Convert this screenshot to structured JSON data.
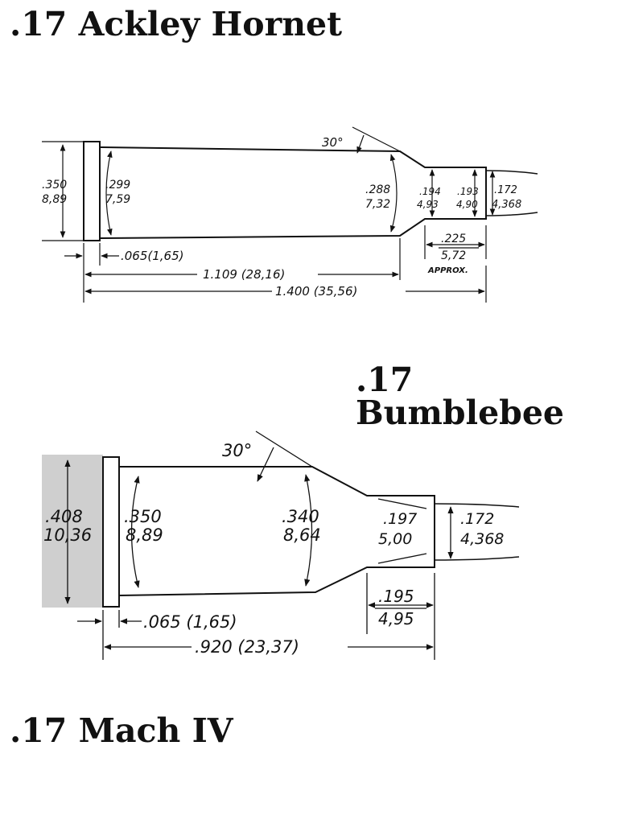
{
  "cartridges": [
    {
      "name": ".17 Ackley Hornet",
      "shoulder_angle": "30°",
      "rim_diameter": {
        "in": ".350",
        "mm": "8,89"
      },
      "base_diameter": {
        "in": ".299",
        "mm": "7,59"
      },
      "shoulder_diameter": {
        "in": ".288",
        "mm": "7,32"
      },
      "neck_diameter": {
        "in": ".194",
        "mm": "4,93"
      },
      "neck_diameter_mouth": {
        "in": ".193",
        "mm": "4,90"
      },
      "bullet_diameter": {
        "in": ".172",
        "mm": "4,368"
      },
      "neck_length": {
        "in": ".225",
        "mm": "5,72",
        "note": "APPROX."
      },
      "rim_thickness": ".065(1,65)",
      "length_to_shoulder": "1.109 (28,16)",
      "case_length": "1.400 (35,56)"
    },
    {
      "name": ".17 Bumblebee",
      "shoulder_angle": "30°",
      "rim_diameter": {
        "in": ".408",
        "mm": "10,36"
      },
      "base_diameter": {
        "in": ".350",
        "mm": "8,89"
      },
      "shoulder_diameter": {
        "in": ".340",
        "mm": "8,64"
      },
      "neck_diameter": {
        "in": ".197",
        "mm": "5,00"
      },
      "bullet_diameter": {
        "in": ".172",
        "mm": "4,368"
      },
      "neck_length": {
        "in": ".195",
        "mm": "4,95"
      },
      "rim_thickness": ".065 (1,65)",
      "case_length": ".920 (23,37)"
    },
    {
      "name": ".17 Mach IV"
    }
  ]
}
